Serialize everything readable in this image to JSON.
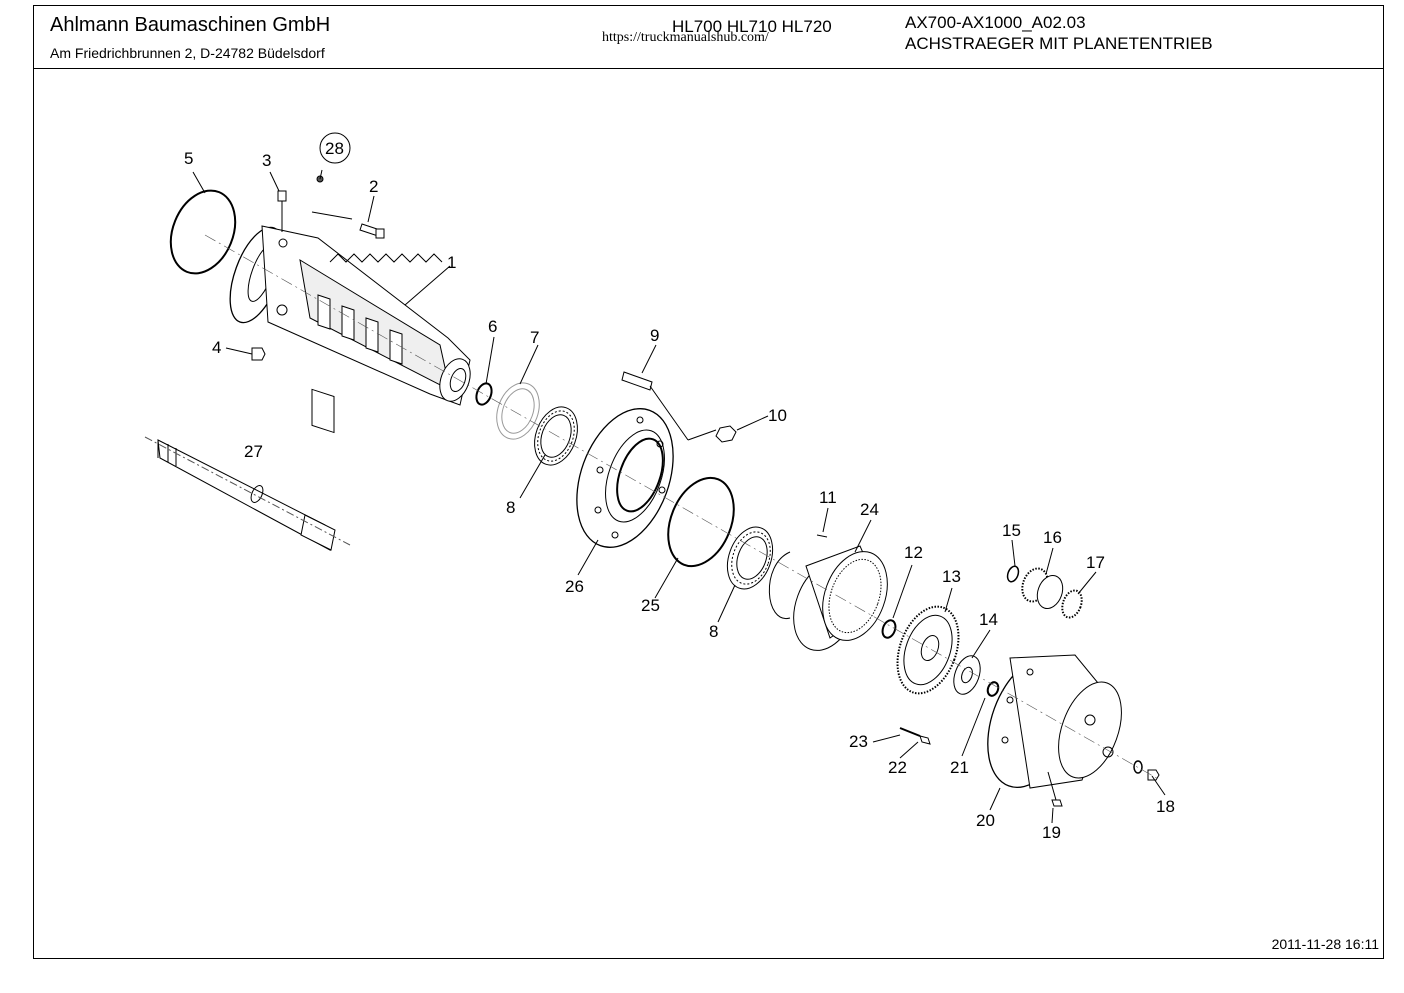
{
  "header": {
    "company": "Ahlmann Baumaschinen GmbH",
    "address": "Am Friedrichbrunnen 2,  D-24782 Büdelsdorf",
    "models": "HL700  HL710  HL720",
    "url": "https://truckmanualshub.com/",
    "doc_number": "AX700-AX1000_A02.03",
    "doc_title": "ACHSTRAEGER MIT PLANETENTRIEB"
  },
  "footer": {
    "timestamp": "2011-11-28 16:11"
  },
  "callouts": {
    "c1": "1",
    "c2": "2",
    "c3": "3",
    "c4": "4",
    "c5": "5",
    "c6": "6",
    "c7": "7",
    "c8a": "8",
    "c8b": "8",
    "c9": "9",
    "c10": "10",
    "c11": "11",
    "c12": "12",
    "c13": "13",
    "c14": "14",
    "c15": "15",
    "c16": "16",
    "c17": "17",
    "c18": "18",
    "c19": "19",
    "c20": "20",
    "c21": "21",
    "c22": "22",
    "c23": "23",
    "c24": "24",
    "c25": "25",
    "c26": "26",
    "c27": "27",
    "c28": "28"
  },
  "colors": {
    "line": "#000000",
    "background": "#ffffff"
  }
}
